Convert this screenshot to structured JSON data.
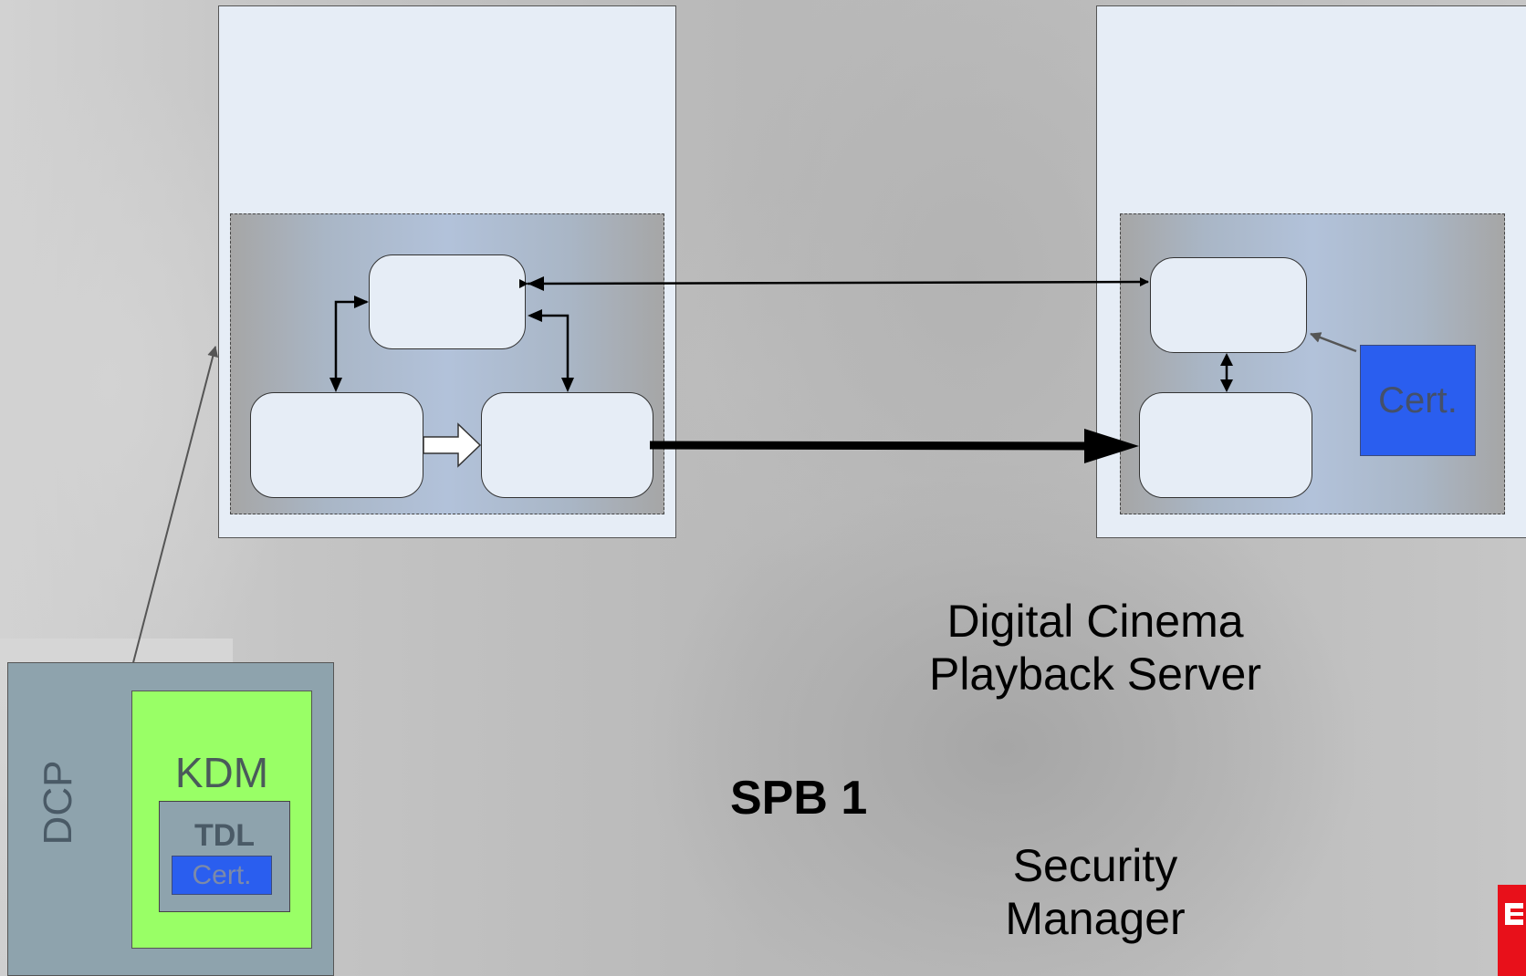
{
  "diagram": {
    "right_server_label": [
      "Digital Cinema",
      "Playback Server"
    ],
    "spb_label": "SPB 1",
    "security_manager_label": [
      "Security",
      "Manager"
    ],
    "cert_label": "Cert.",
    "dcp": {
      "label": "DCP",
      "kdm_label": "KDM",
      "tdl_label": "TDL",
      "cert_label": "Cert."
    }
  },
  "colors": {
    "panel": "#e6edf6",
    "cert_blue": "#2a5eef",
    "kdm_green": "#99ff66",
    "dcp_gray": "#8ea3ad",
    "logo_red": "#e8101a"
  }
}
